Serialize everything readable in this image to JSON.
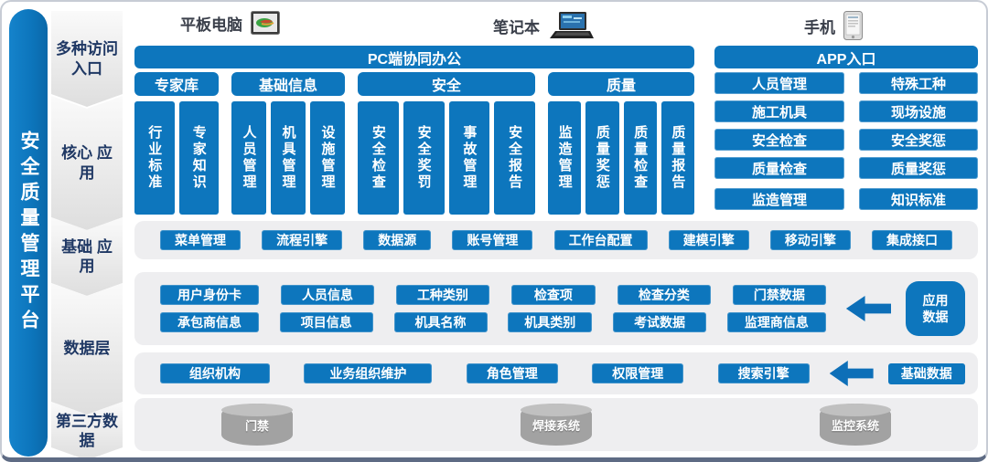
{
  "platform": {
    "title": "安全质量管理平台"
  },
  "side_labels": [
    {
      "label": "多种访问\n入口"
    },
    {
      "label": "核心 应\n用"
    },
    {
      "label": "基础 应\n用"
    },
    {
      "label": "数据层"
    },
    {
      "label": "第三方数\n据"
    }
  ],
  "devices": [
    {
      "label": "平板电脑"
    },
    {
      "label": "笔记本"
    },
    {
      "label": "手机"
    }
  ],
  "pc": {
    "banner": "PC端协同办公",
    "groups": [
      {
        "header": "专家库",
        "columns": [
          "行业标准",
          "专家知识"
        ]
      },
      {
        "header": "基础信息",
        "columns": [
          "人员管理",
          "机具管理",
          "设施管理"
        ]
      },
      {
        "header": "安全",
        "columns": [
          "安全检查",
          "安全奖罚",
          "事故管理",
          "安全报告"
        ]
      },
      {
        "header": "质量",
        "columns": [
          "监造管理",
          "质量奖惩",
          "质量检查",
          "质量报告"
        ]
      }
    ]
  },
  "app": {
    "banner": "APP入口",
    "buttons": [
      "人员管理",
      "特殊工种",
      "施工机具",
      "现场设施",
      "安全检查",
      "安全奖惩",
      "质量检查",
      "质量奖惩",
      "监造管理",
      "知识标准"
    ]
  },
  "base_apps": [
    "菜单管理",
    "流程引擎",
    "数据源",
    "账号管理",
    "工作台配置",
    "建模引擎",
    "移动引擎",
    "集成接口"
  ],
  "data_layer": {
    "row1": [
      "用户身份卡",
      "人员信息",
      "工种类别",
      "检查项",
      "检查分类",
      "门禁数据"
    ],
    "row2": [
      "承包商信息",
      "项目信息",
      "机具名称",
      "机具类别",
      "考试数据",
      "监理商信息"
    ],
    "app_data_label": "应用\n数据",
    "base_row": [
      "组织机构",
      "业务组织维护",
      "角色管理",
      "权限管理",
      "搜索引擎"
    ],
    "base_data_label": "基础数据"
  },
  "third_party": [
    "门禁",
    "焊接系统",
    "监控系统"
  ],
  "colors": {
    "primary_blue": "#0d76bd",
    "navy_text": "#1f3864",
    "band_gray": "#eeeef0",
    "cylinder_gray": "#a2a2a2"
  }
}
